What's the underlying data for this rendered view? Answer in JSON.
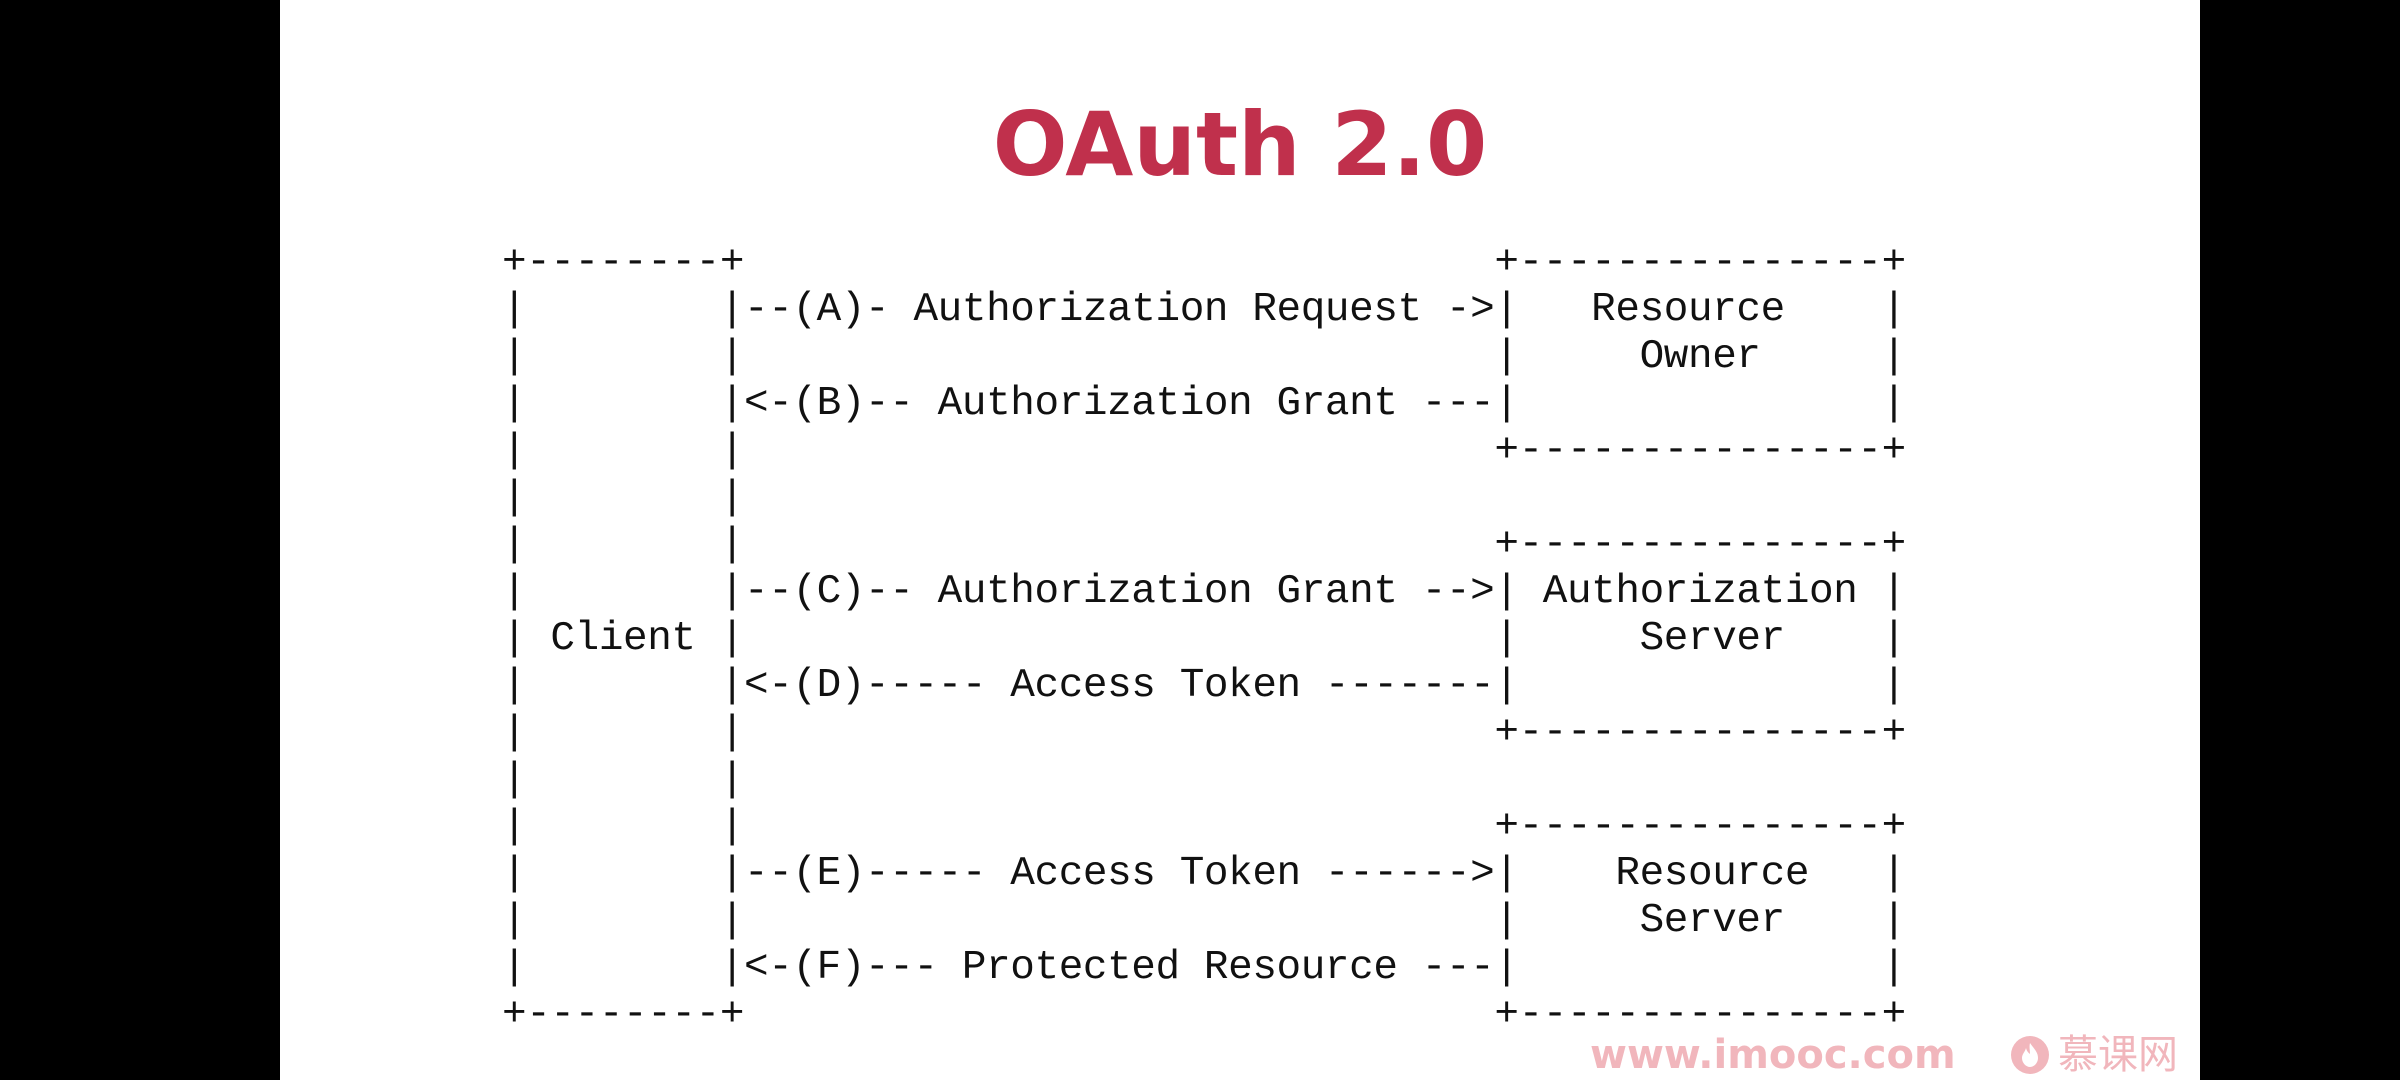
{
  "title": "OAuth 2.0",
  "diagram_lines": [
    "+--------+                               +---------------+",
    "|        |--(A)- Authorization Request ->|   Resource    |",
    "|        |                               |     Owner     |",
    "|        |<-(B)-- Authorization Grant ---|               |",
    "|        |                               +---------------+",
    "|        |",
    "|        |                               +---------------+",
    "|        |--(C)-- Authorization Grant -->| Authorization |",
    "| Client |                               |     Server    |",
    "|        |<-(D)----- Access Token -------|               |",
    "|        |                               +---------------+",
    "|        |",
    "|        |                               +---------------+",
    "|        |--(E)----- Access Token ------>|    Resource   |",
    "|        |                               |     Server    |",
    "|        |<-(F)--- Protected Resource ---|               |",
    "+--------+                               +---------------+"
  ],
  "watermark": {
    "url": "www.imooc.com",
    "brand": "慕课网",
    "icon": "flame-icon",
    "color": "#f1b6bc"
  },
  "colors": {
    "title": "#c0304c",
    "text": "#111111",
    "background": "#ffffff",
    "frame": "#000000"
  }
}
